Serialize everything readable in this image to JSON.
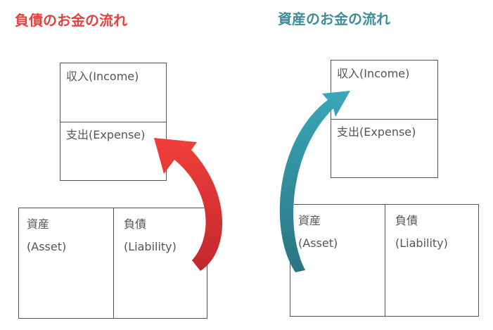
{
  "titles": {
    "left": "負債のお金の流れ",
    "right": "資産のお金の流れ"
  },
  "left_diagram": {
    "income": "収入(Income)",
    "expense": "支出(Expense)",
    "asset_line1": "資産",
    "asset_line2": "(Asset)",
    "liability_line1": "負債",
    "liability_line2": "(Liability)"
  },
  "right_diagram": {
    "income": "収入(Income)",
    "expense": "支出(Expense)",
    "asset_line1": "資産",
    "asset_line2": "(Asset)",
    "liability_line1": "負債",
    "liability_line2": "(Liability)"
  },
  "colors": {
    "left_title": "#e6413e",
    "right_title": "#3e8e9a",
    "left_arrow_light": "#f0403a",
    "left_arrow_dark": "#c0282c",
    "right_arrow_light": "#3aa7b8",
    "right_arrow_dark": "#2a7482"
  }
}
